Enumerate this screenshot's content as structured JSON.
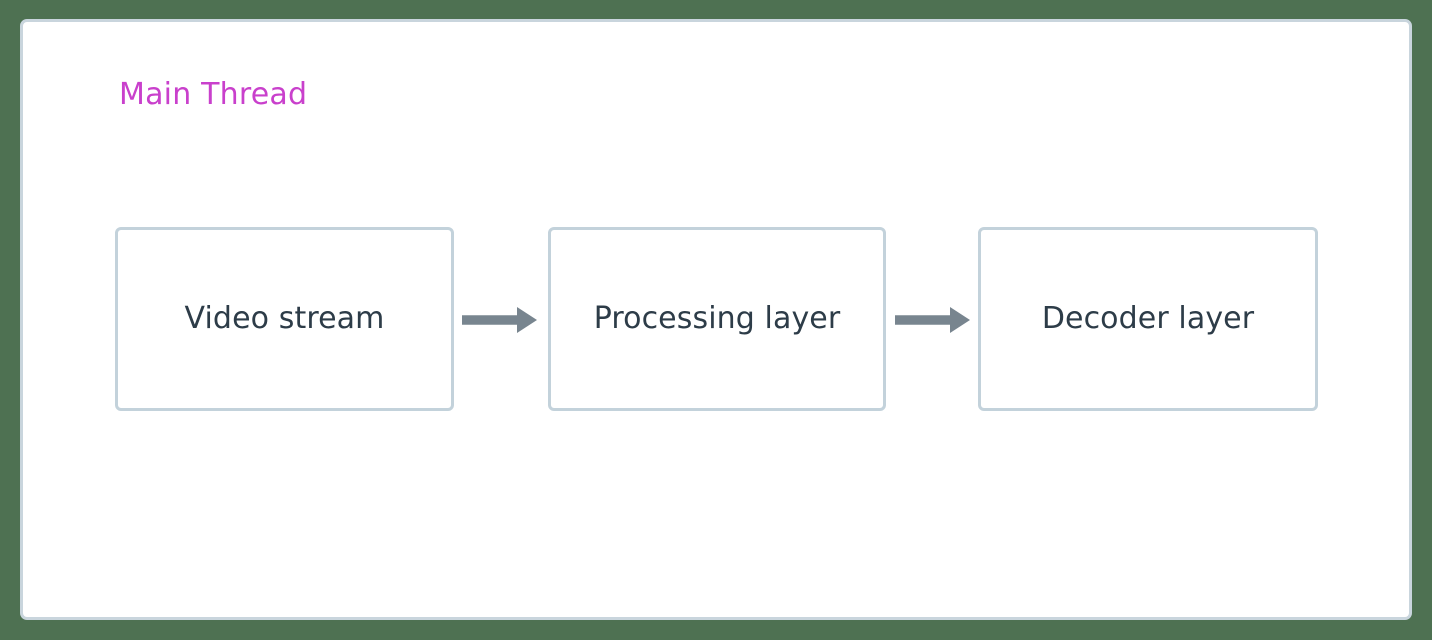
{
  "diagram": {
    "type": "flowchart",
    "direction": "left-to-right",
    "background_color": "#4e7152",
    "panel": {
      "title": "Main Thread",
      "title_color": "#c940cc",
      "background_color": "#ffffff",
      "border_color": "#c9d5dd"
    },
    "node_style": {
      "fill": "#ffffff",
      "border_color": "#c3d2db",
      "text_color": "#2d3c48",
      "shape": "rounded-rectangle"
    },
    "edge_style": {
      "color": "#78858f",
      "arrowhead": "solid-triangle"
    },
    "nodes": [
      {
        "id": "video-stream",
        "label": "Video stream"
      },
      {
        "id": "processing-layer",
        "label": "Processing layer"
      },
      {
        "id": "decoder-layer",
        "label": "Decoder layer"
      }
    ],
    "edges": [
      {
        "id": "edge-0",
        "from": "video-stream",
        "to": "processing-layer",
        "label": ""
      },
      {
        "id": "edge-1",
        "from": "processing-layer",
        "to": "decoder-layer",
        "label": ""
      }
    ]
  }
}
